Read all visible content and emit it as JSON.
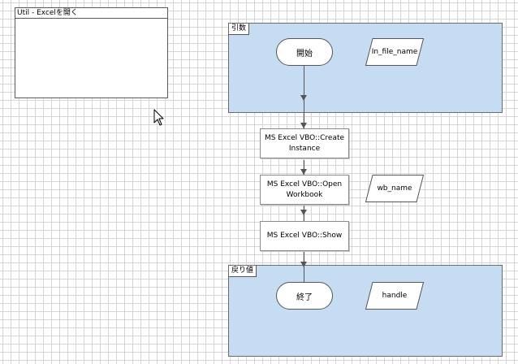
{
  "note": {
    "title": "Util - Excelを開く"
  },
  "blocks": {
    "args_label": "引数",
    "return_label": "戻り値"
  },
  "nodes": {
    "start": "開始",
    "end": "終了",
    "create_instance": "MS Excel VBO::Create Instance",
    "open_workbook": "MS Excel VBO::Open Workbook",
    "show": "MS Excel VBO::Show"
  },
  "data_items": {
    "in_file_name": "In_file_name",
    "wb_name": "wb_name",
    "handle": "handle"
  },
  "colors": {
    "block_fill": "#c6dcf3",
    "grid_line": "#d6d6d6",
    "connector": "#555555"
  },
  "icons": {
    "cursor": "mouse-pointer-icon"
  }
}
